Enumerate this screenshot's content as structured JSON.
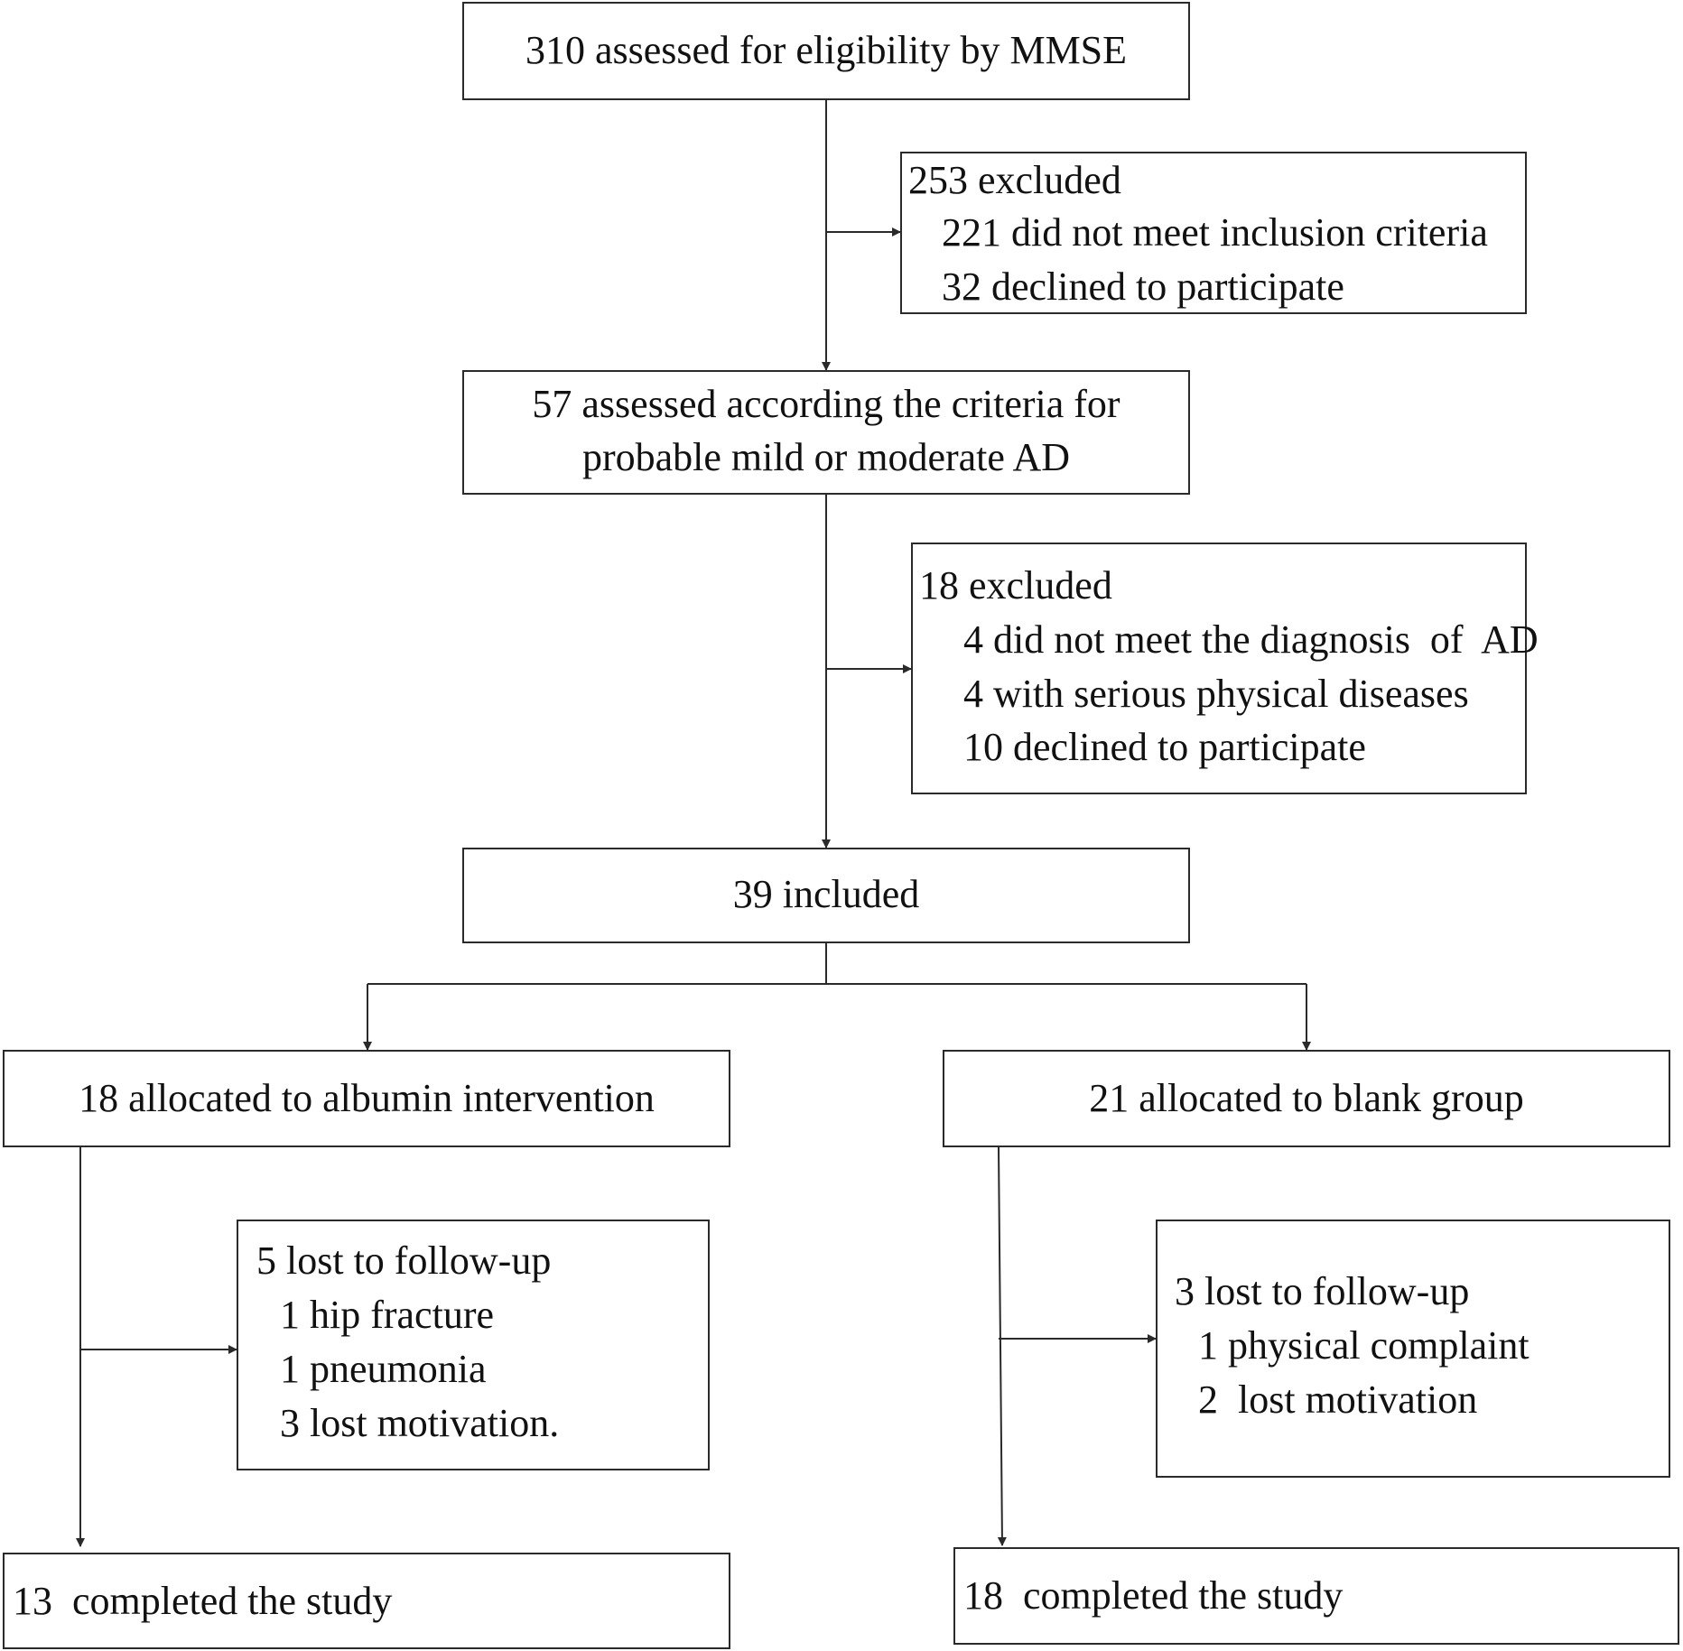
{
  "boxes": {
    "assessed": {
      "text": "310 assessed for eligibility by MMSE"
    },
    "excluded_1": {
      "title": "253 excluded",
      "items": [
        "221 did not meet inclusion criteria",
        "32 declined to participate"
      ]
    },
    "criteria": {
      "lines": [
        "57 assessed according the criteria for",
        "probable mild or moderate AD"
      ]
    },
    "excluded_2": {
      "title": "18 excluded",
      "items": [
        "4 did not meet the diagnosis  of  AD",
        "4 with serious physical diseases",
        "10 declined to participate"
      ]
    },
    "included": {
      "text": "39 included"
    },
    "albumin": {
      "text": "18 allocated to albumin intervention"
    },
    "blank": {
      "text": "21 allocated to blank group"
    },
    "lost_albumin": {
      "title": "5 lost to follow-up",
      "items": [
        "1 hip fracture",
        "1 pneumonia",
        "3 lost motivation."
      ]
    },
    "lost_blank": {
      "title": "3 lost to follow-up",
      "items": [
        "1 physical complaint",
        "2  lost motivation"
      ]
    },
    "completed_albumin": {
      "text": "13  completed the study"
    },
    "completed_blank": {
      "text": "18  completed the study"
    }
  },
  "colors": {
    "stroke": "#2a2a2a",
    "text": "#111111",
    "background": "#ffffff"
  }
}
